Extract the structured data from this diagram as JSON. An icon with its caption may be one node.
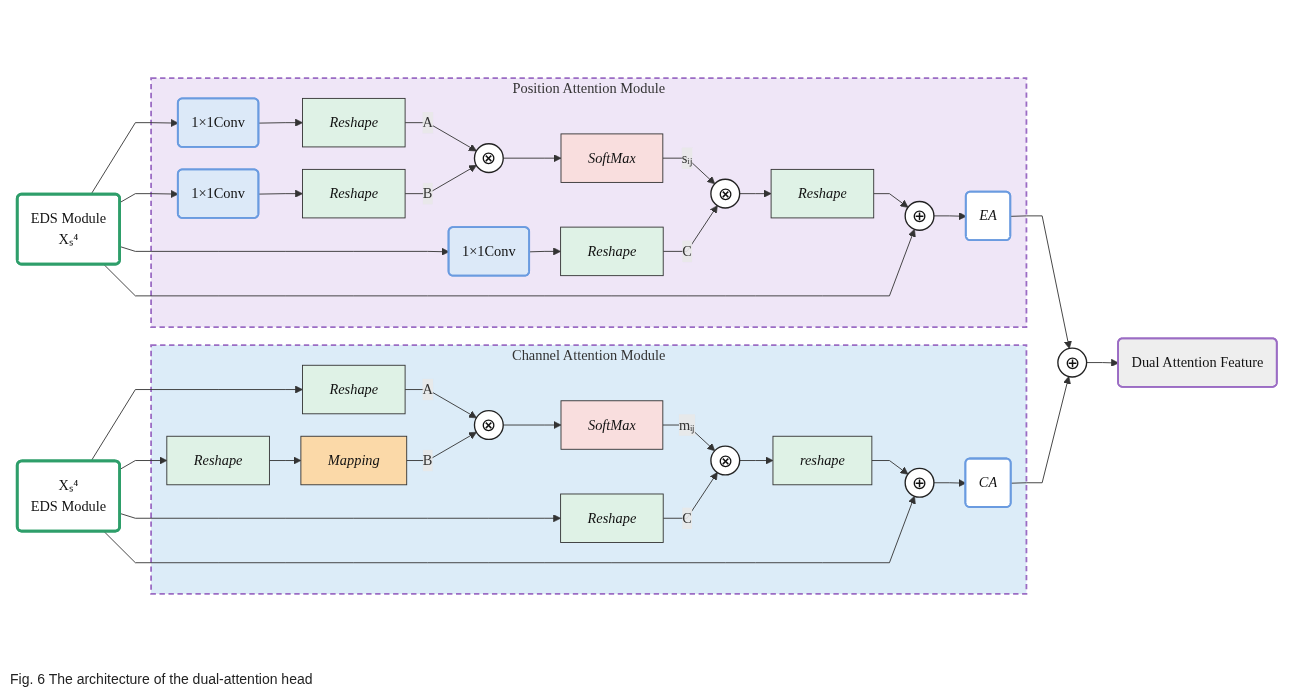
{
  "diagram": {
    "caption": "Fig. 6 The architecture of the dual-attention head",
    "nodes": [
      {
        "text": [
          "EDS Module",
          "Xₛ⁴"
        ]
      },
      {
        "text": [
          "Position Attention Module"
        ]
      },
      {
        "text": [
          "1×1Conv"
        ],
        "in": 1
      },
      {
        "text": [
          "1×1Conv"
        ],
        "in": 1
      },
      {
        "text": [
          "1×1Conv"
        ],
        "in": 1
      },
      {
        "text": [
          "Reshape"
        ],
        "in": 1
      },
      {
        "text": [
          "Reshape"
        ],
        "in": 1
      },
      {
        "text": [
          "Reshape"
        ],
        "in": 1
      },
      {
        "text": [
          "⊗"
        ],
        "in": 1
      },
      {
        "text": [
          "SoftMax"
        ],
        "in": 1
      },
      {
        "text": [
          "⊗"
        ],
        "in": 1
      },
      {
        "text": [
          "Reshape"
        ],
        "in": 1
      },
      {
        "text": [
          "⊕"
        ],
        "in": 1
      },
      {
        "text": [
          "EA"
        ],
        "in": 1
      },
      {
        "text": [
          "Xₛ⁴",
          "EDS Module"
        ]
      },
      {
        "text": [
          "Channel Attention Module"
        ]
      },
      {
        "text": [
          "Reshape"
        ],
        "in": 15
      },
      {
        "text": [
          "Reshape"
        ],
        "in": 15
      },
      {
        "text": [
          "Mapping"
        ],
        "in": 15
      },
      {
        "text": [
          "Reshape"
        ],
        "in": 15
      },
      {
        "text": [
          "⊗"
        ],
        "in": 15
      },
      {
        "text": [
          "SoftMax"
        ],
        "in": 15
      },
      {
        "text": [
          "⊗"
        ],
        "in": 15
      },
      {
        "text": [
          "reshape"
        ],
        "in": 15
      },
      {
        "text": [
          "⊕"
        ],
        "in": 15
      },
      {
        "text": [
          "CA"
        ],
        "in": 15
      },
      {
        "text": [
          "⊕"
        ]
      },
      {
        "text": [
          "Dual Attention Feature"
        ]
      }
    ],
    "edges": [
      {
        "from": 0,
        "to": 2,
        "arrow": "to"
      },
      {
        "from": 0,
        "to": 3,
        "arrow": "to"
      },
      {
        "from": 0,
        "to": 4,
        "arrow": "to"
      },
      {
        "from": 2,
        "to": 5,
        "arrow": "to"
      },
      {
        "from": 3,
        "to": 6,
        "arrow": "to"
      },
      {
        "from": 4,
        "to": 7,
        "arrow": "to"
      },
      {
        "from": 5,
        "to": 8,
        "arrow": "to",
        "label": "A"
      },
      {
        "from": 6,
        "to": 8,
        "arrow": "to",
        "label": "B"
      },
      {
        "from": 8,
        "to": 9,
        "arrow": "to"
      },
      {
        "from": 9,
        "to": 10,
        "arrow": "to",
        "label": "sᵢⱼ"
      },
      {
        "from": 7,
        "to": 10,
        "arrow": "to",
        "label": "C"
      },
      {
        "from": 10,
        "to": 11,
        "arrow": "to"
      },
      {
        "from": 11,
        "to": 12,
        "arrow": "to"
      },
      {
        "from": 0,
        "to": 12,
        "arrow": "to"
      },
      {
        "from": 12,
        "to": 13,
        "arrow": "to"
      },
      {
        "from": 13,
        "to": 26,
        "arrow": "to"
      },
      {
        "from": 14,
        "to": 16,
        "arrow": "to"
      },
      {
        "from": 14,
        "to": 17,
        "arrow": "to"
      },
      {
        "from": 14,
        "to": 19,
        "arrow": "to"
      },
      {
        "from": 17,
        "to": 18,
        "arrow": "to"
      },
      {
        "from": 16,
        "to": 20,
        "arrow": "to",
        "label": "A"
      },
      {
        "from": 18,
        "to": 20,
        "arrow": "to",
        "label": "B"
      },
      {
        "from": 20,
        "to": 21,
        "arrow": "to"
      },
      {
        "from": 21,
        "to": 22,
        "arrow": "to",
        "label": "mᵢⱼ"
      },
      {
        "from": 19,
        "to": 22,
        "arrow": "to",
        "label": "C"
      },
      {
        "from": 22,
        "to": 23,
        "arrow": "to"
      },
      {
        "from": 23,
        "to": 24,
        "arrow": "to"
      },
      {
        "from": 14,
        "to": 24,
        "arrow": "to"
      },
      {
        "from": 24,
        "to": 25,
        "arrow": "to"
      },
      {
        "from": 25,
        "to": 26,
        "arrow": "to"
      },
      {
        "from": 26,
        "to": 27,
        "arrow": "to"
      }
    ]
  }
}
